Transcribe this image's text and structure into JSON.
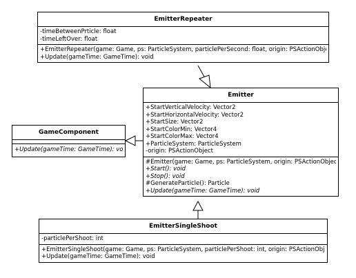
{
  "classes": {
    "emitter_repeater": {
      "name": "EmitterRepeater",
      "attributes": [
        "-timeBetweenPrticle: float",
        "-timeLeftOver: float"
      ],
      "operations": [
        {
          "text": "+EmitterRepeater(game: Game, ps: ParticleSystem, particlePerSecond: float, origin: PSActionObject)",
          "italic": false
        },
        {
          "text": "+Update(gameTime: GameTime): void",
          "italic": false
        }
      ]
    },
    "emitter": {
      "name": "Emitter",
      "attributes": [
        "+StartVerticalVelocity: Vector2",
        "+StartHorizontalVelocity: Vector2",
        "+StartSize: Vector2",
        "+StartColorMin: Vector4",
        "+StartColorMax: Vector4",
        "+ParticleSystem: ParticleSystem",
        "-origin: PSActionObject"
      ],
      "operations": [
        {
          "text": "#Emitter(game: Game, ps: ParticleSystem, origin: PSActionObject)",
          "italic": false
        },
        {
          "text": "+Start(): void",
          "italic": true
        },
        {
          "text": "+Stop(): void",
          "italic": true
        },
        {
          "text": "#GenerateParticle(): Particle",
          "italic": false
        },
        {
          "text": "+Update(gameTime: GameTime): void",
          "italic": true
        }
      ]
    },
    "game_component": {
      "name": "GameComponent",
      "attributes": [],
      "operations": [
        {
          "text": "+Update(gameTime: GameTime): void",
          "italic": true
        }
      ]
    },
    "emitter_single_shoot": {
      "name": "EmitterSingleShoot",
      "attributes": [
        "-particlePerShoot: int"
      ],
      "operations": [
        {
          "text": "+EmitterSingleShoot(game: Game, ps: ParticleSystem, particlePerShoot: int, origin: PSActionObject)",
          "italic": false
        },
        {
          "text": "+Update(gameTime: GameTime): void",
          "italic": false
        }
      ]
    }
  }
}
